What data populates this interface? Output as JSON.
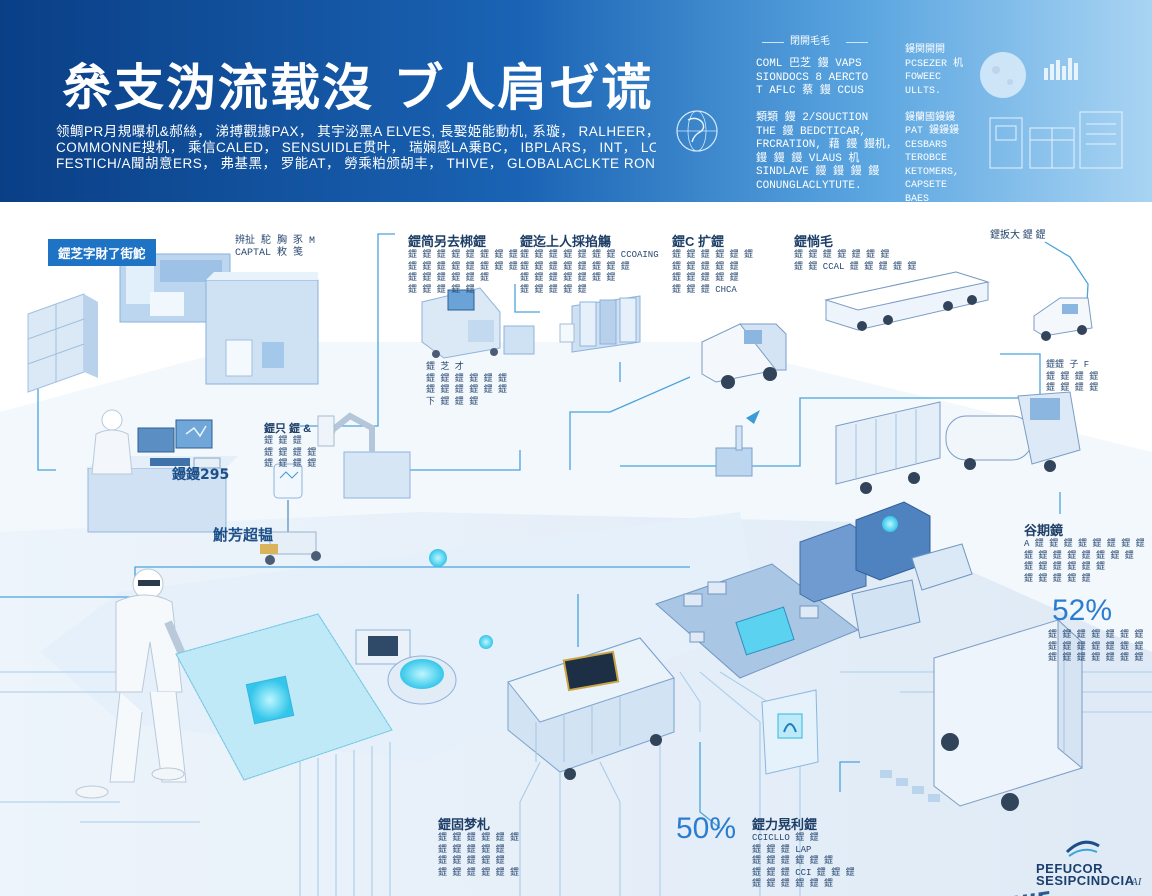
{
  "header": {
    "title": "㕘支沩流载沒  ブ人肩ゼ谎",
    "desc_lines": [
      "领鲷PR月規曝机&郝絲， 涕搏觀據PAX， 其宇泌黑A  ELVES, 長娶姫能動机, 系璇， RALHEER， TERPACUTCA",
      "COMMONNE搜机， 乘信CALED， SENSUIDLE贯叶， 瑞娴感LA乗BC， IBPLARS， INT， LOGISTIC，",
      "FESTICH/A聞胡意ERS， 弗基黑， 罗能AT， 勞乘粕颁胡丰， THIVE， GLOBALACLKTE  RONETS."
    ],
    "kicker": "閉開毛毛",
    "col1_lines": [
      "COML 巴芝 鏝 VAPS",
      "SIONDOCS 8 AERCTO",
      "T AFLC 蔡 鏝 CCUS",
      "",
      "類類 鏝 2/SOUCTION",
      "THE 鏝 BEDCTICAR,",
      "FRCRATION, 藉 鏝 鏝机，",
      "鏝 鏝 鏝 VLAUS 机",
      "SINDLAVE 鏝 鏝 鏝 鏝",
      "CONUNGLACLYTUTE."
    ],
    "col2_lines": [
      "鏝関開開",
      "PCSEZER 机",
      "FOWEEC",
      "ULLTS.",
      "",
      "鏝蘭國鏝鏝",
      "PAT 鏝鏝鏝",
      "CESBARS",
      "TEROBCE",
      "KETOMERS,",
      "CAPSETE",
      "BAES"
    ]
  },
  "diagram": {
    "stage_tag": "鎠芝字財了街鮀",
    "top_note": [
      "辨扯 駝 胸 豕 M",
      "CAPTAL 敉 笺"
    ],
    "building_sign": "鮒芳超韫",
    "building_sign2": "鏝鏝295",
    "sections": [
      {
        "id": "s1",
        "title": "鎠简另去梆鎠",
        "body": [
          "鎠 鎠 鎠 鎠 鎠 鎠 鎠 鎠",
          "鎠 鎠 鎠 鎠 鎠 鎠 鎠 鎠",
          "鎠 鎠 鎠 鎠 鎠 鎠",
          "鎠 鎠 鎠 鎠 鎠"
        ]
      },
      {
        "id": "s2",
        "title": "鎠迄上人採掐觴",
        "body": [
          "鎠 鎠 鎠 鎠 鎠 鎠 鎠 CCOAING",
          "鎠 鎠 鎠 鎠 鎠 鎠 鎠 鎠",
          "鎠 鎠 鎠 鎠 鎠 鎠 鎠",
          "鎠 鎠 鎠 鎠 鎠"
        ]
      },
      {
        "id": "s3",
        "title": "鎠C 扩鎠",
        "body": [
          "鎠 鎠 鎠 鎠 鎠 鎠",
          "鎠 鎠 鎠 鎠 鎠",
          "鎠 鎠 鎠 鎠 鎠",
          "鎠 鎠 鎠 CHCA"
        ]
      },
      {
        "id": "s4",
        "title": "鎠惝毛",
        "body": [
          "鎠 鎠 鎠 鎠 鎠 鎠 鎠",
          "鎠 鎠 CCAL 鎠 鎠 鎠 鎠 鎠"
        ]
      },
      {
        "id": "s5",
        "title": "鎠扳大 鎠 鎠",
        "body": []
      },
      {
        "id": "s6",
        "title": "鎠 芝 才",
        "body": [
          "鎠 鎠 鎠 鎠 鎠 鎠",
          "鎠 鎠 鎠 鎠 鎠 鎠",
          "下 鎠 鎠 鎠"
        ]
      },
      {
        "id": "s7",
        "title": "鎠只 鎠 &",
        "body": [
          "鎠 鎠 鎠",
          "鎠 鎠 鎠 鎠",
          "鎠 鎠 鎠 鎠"
        ]
      },
      {
        "id": "s8",
        "title": "鎠鎠 子 F",
        "body": [
          "鎠 鎠 鎠 鎠",
          "鎠 鎠 鎠 鎠"
        ]
      },
      {
        "id": "s9",
        "title": "谷期鏡",
        "body": [
          "A 鎠 鎠 鎠 鎠 鎠 鎠 鎠 鎠",
          "鎠 鎠 鎠 鎠 鎠 鎠 鎠 鎠",
          "鎠 鎠 鎠 鎠 鎠 鎠",
          "鎠 鎠 鎠 鎠 鎠"
        ]
      },
      {
        "id": "s10",
        "title": "鎠固梦札",
        "body": [
          "鎠 鎠 鎠 鎠 鎠 鎠",
          "鎠 鎠 鎠 鎠 鎠",
          "鎠 鎠 鎠 鎠 鎠",
          "鎠 鎠 鎠 鎠 鎠 鎠"
        ]
      },
      {
        "id": "s11",
        "title": "鎠力晃利鎠",
        "body": [
          "CCICLLO 鎠 鎠",
          "鎠 鎠 鎠 LAP",
          "鎠 鎠 鎠 鎠 鎠 鎠",
          "鎠 鎠 鎠 CCI 鎠 鎠 鎠",
          "鎠 鎠 鎠 鎠 鎠 鎠"
        ]
      }
    ],
    "stats": [
      {
        "id": "stat-right",
        "value": "52%",
        "body": [
          "鎠 鎠 鎠 鎠 鎠 鎠 鎠",
          "鎠 鎠 鎠 鎠 鎠 鎠 鎠",
          "鎠 鎠 鎠 鎠 鎠 鎠 鎠"
        ]
      },
      {
        "id": "stat-bottom",
        "value": "50%"
      }
    ],
    "truck_brand": "ECUIE",
    "logo_text": [
      "PEFUCOR",
      "SESIPCINDCIA"
    ],
    "ai_mark": "AI"
  },
  "colors": {
    "header_dark": "#0a3f86",
    "header_light": "#a9d4f3",
    "accent_blue": "#1f73c5",
    "line_blue": "#4aa3dc",
    "cyan_glow": "#5fd8f5",
    "machine_light": "#dbe9f7",
    "machine_mid": "#a7c6e6",
    "stat_blue": "#2c7dcf"
  }
}
